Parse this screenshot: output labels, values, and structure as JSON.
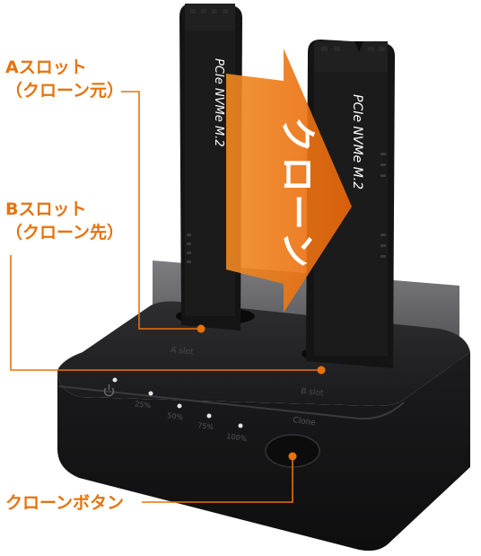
{
  "colors": {
    "accent": "#e8720c",
    "dock": "#1d1d1f",
    "ssd": "#121212",
    "white": "#ffffff"
  },
  "callouts": {
    "slot_a": {
      "line1": "Aスロット",
      "line2": "（クローン元）"
    },
    "slot_b": {
      "line1": "Bスロット",
      "line2": "（クローン先）"
    },
    "clone_button": "クローンボタン"
  },
  "arrow_text": [
    "ク",
    "ロ",
    "ー",
    "ン"
  ],
  "ssd_label": "PCIe NVMe M.2",
  "dock": {
    "slot_labels": [
      "A slot",
      "B slot"
    ],
    "status_labels": [
      "25%",
      "50%",
      "75%",
      "100%"
    ],
    "button_label": "Clone"
  }
}
